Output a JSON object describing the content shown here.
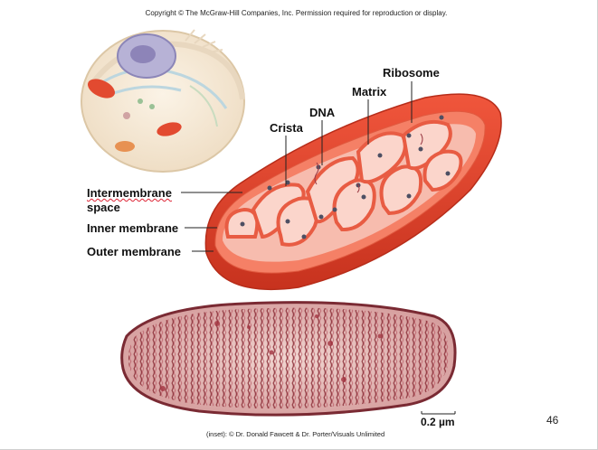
{
  "copyright": "Copyright © The McGraw-Hill Companies, Inc. Permission required for reproduction or display.",
  "labels": {
    "ribosome": "Ribosome",
    "matrix": "Matrix",
    "dna": "DNA",
    "crista": "Crista",
    "intermembrane_line1": "Intermembrane",
    "intermembrane_line2": "space",
    "inner_membrane": "Inner membrane",
    "outer_membrane": "Outer membrane"
  },
  "scale_bar": "0.2 µm",
  "credit": "(inset): © Dr. Donald Fawcett & Dr. Porter/Visuals Unlimited",
  "page_number": "46",
  "colors": {
    "outer_membrane": "#e2452e",
    "inner_membrane": "#f47a5c",
    "matrix": "#f6b7a8",
    "micrograph": "#b06a6a"
  }
}
